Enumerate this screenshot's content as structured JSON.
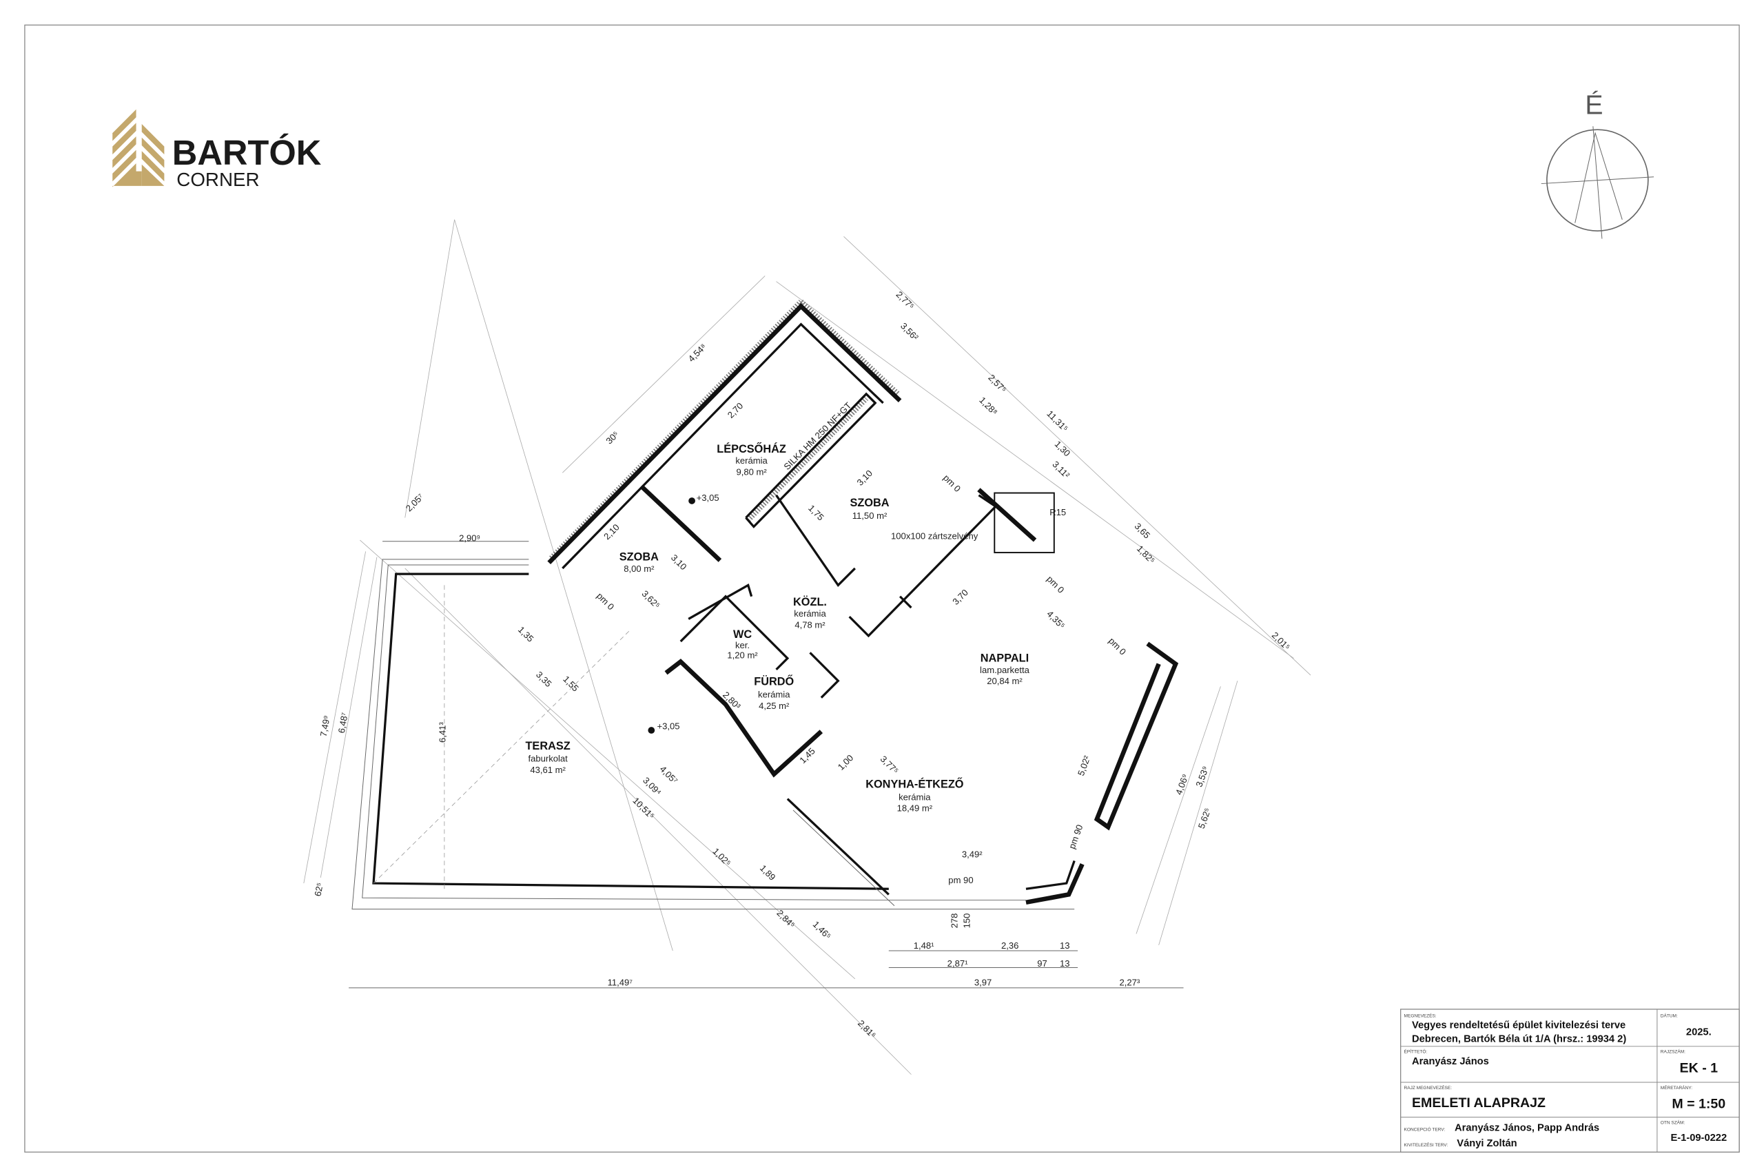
{
  "logo": {
    "brand": "BARTÓK",
    "sub": "CORNER",
    "color": "#c4a86c"
  },
  "compass": {
    "label": "É"
  },
  "rooms": [
    {
      "name": "LÉPCSŐHÁZ",
      "floor": "kerámia",
      "area": "9,80 m²"
    },
    {
      "name": "SZOBA",
      "floor": "",
      "area": "11,50 m²"
    },
    {
      "name": "SZOBA",
      "floor": "",
      "area": "8,00 m²"
    },
    {
      "name": "KÖZL.",
      "floor": "kerámia",
      "area": "4,78 m²"
    },
    {
      "name": "WC",
      "floor": "ker.",
      "area": "1,20 m²"
    },
    {
      "name": "FÜRDŐ",
      "floor": "kerámia",
      "area": "4,25 m²"
    },
    {
      "name": "NAPPALI",
      "floor": "lam.parketta",
      "area": "20,84 m²"
    },
    {
      "name": "KONYHA-ÉTKEZŐ",
      "floor": "kerámia",
      "area": "18,49 m²"
    },
    {
      "name": "TERASZ",
      "floor": "faburkolat",
      "area": "43,61 m²"
    }
  ],
  "annotations": {
    "wall_material": "SILKA HM 250 NF+GT",
    "steel_profile": "100x100 zártszelvény",
    "column": "R15",
    "level_1": "+3,05",
    "level_2": "+3,05"
  },
  "dimensions": {
    "bottom": [
      "11,49⁷",
      "3,97",
      "2,27³",
      "1,48¹",
      "2,36",
      "13",
      "2,87¹",
      "97",
      "13"
    ],
    "left": [
      "7,49⁹",
      "6,48⁷",
      "6,41³",
      "62⁵"
    ],
    "top": [
      "4,54⁸",
      "2,90⁹",
      "2,05⁷",
      "30⁵",
      "3,56²",
      "2,77⁵",
      "1,28⁸",
      "2,57⁵"
    ],
    "right": [
      "11,31⁵",
      "3,65",
      "2,01⁵",
      "5,62⁵",
      "4,06⁹",
      "3,53⁹",
      "5,02²",
      "1,82⁵",
      "3,11²",
      "1,30"
    ],
    "inner": [
      "3,49²",
      "pm 90",
      "2,81⁶",
      "10,51⁵",
      "3,09⁴",
      "4,05⁷",
      "1,02⁵",
      "1,89",
      "2,84⁵",
      "1,46⁵",
      "3,70",
      "4,35⁵",
      "3,62⁵",
      "1,35",
      "1,55",
      "3,35",
      "2,80³",
      "3,77⁵",
      "1,00",
      "1,45",
      "3,10",
      "3,10",
      "2,10",
      "2,70",
      "1,75",
      "pm 0",
      "pm 0",
      "pm 0",
      "pm 0",
      "pm 90",
      "278",
      "150"
    ]
  },
  "title_block": {
    "megnevezes_label": "MEGNEVEZÉS:",
    "megnevezes_line1": "Vegyes rendeltetésű épület kivitelezési terve",
    "megnevezes_line2": "Debrecen, Bartók Béla út 1/A (hrsz.: 19934 2)",
    "datum_label": "DÁTUM:",
    "datum": "2025.",
    "epitteto_label": "ÉPÍTTETŐ:",
    "epitteto": "Aranyász János",
    "rajzszam_label": "RAJZSZÁM:",
    "rajzszam": "EK - 1",
    "rajz_label": "RAJZ MEGNEVEZÉSE:",
    "rajz": "EMELETI ALAPRAJZ",
    "meretarany_label": "MÉRETARÁNY:",
    "meretarany": "M = 1:50",
    "koncepcio_label": "KONCEPCIÓ TERV:",
    "koncepcio": "Aranyász János, Papp András",
    "kivitelezesi_label": "KIVITELEZÉSI TERV:",
    "kivitelezesi": "Ványi Zoltán",
    "otn_label": "OTN SZÁM:",
    "otn": "E-1-09-0222"
  }
}
